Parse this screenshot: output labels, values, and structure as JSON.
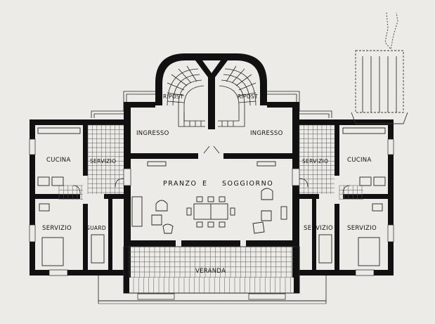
{
  "plan": {
    "labels": {
      "ripost_left": "RIPOST",
      "ripost_right": "RIPOST",
      "ingresso_left": "INGRESSO",
      "ingresso_right": "INGRESSO",
      "cucina_left": "CUCINA",
      "cucina_right": "CUCINA",
      "servizio_left_top": "SERVIZIO",
      "servizio_right_top": "SERVIZIO",
      "servizio_left_bottom": "SERVIZIO",
      "guard": "GUARD",
      "servizio_right_bottom_a": "SERVIZIO",
      "servizio_right_bottom_b": "SERVIZIO",
      "pranzo": "PRANZO",
      "e": "E",
      "soggiorno": "SOGGIORNO",
      "veranda": "VERANDA"
    }
  }
}
